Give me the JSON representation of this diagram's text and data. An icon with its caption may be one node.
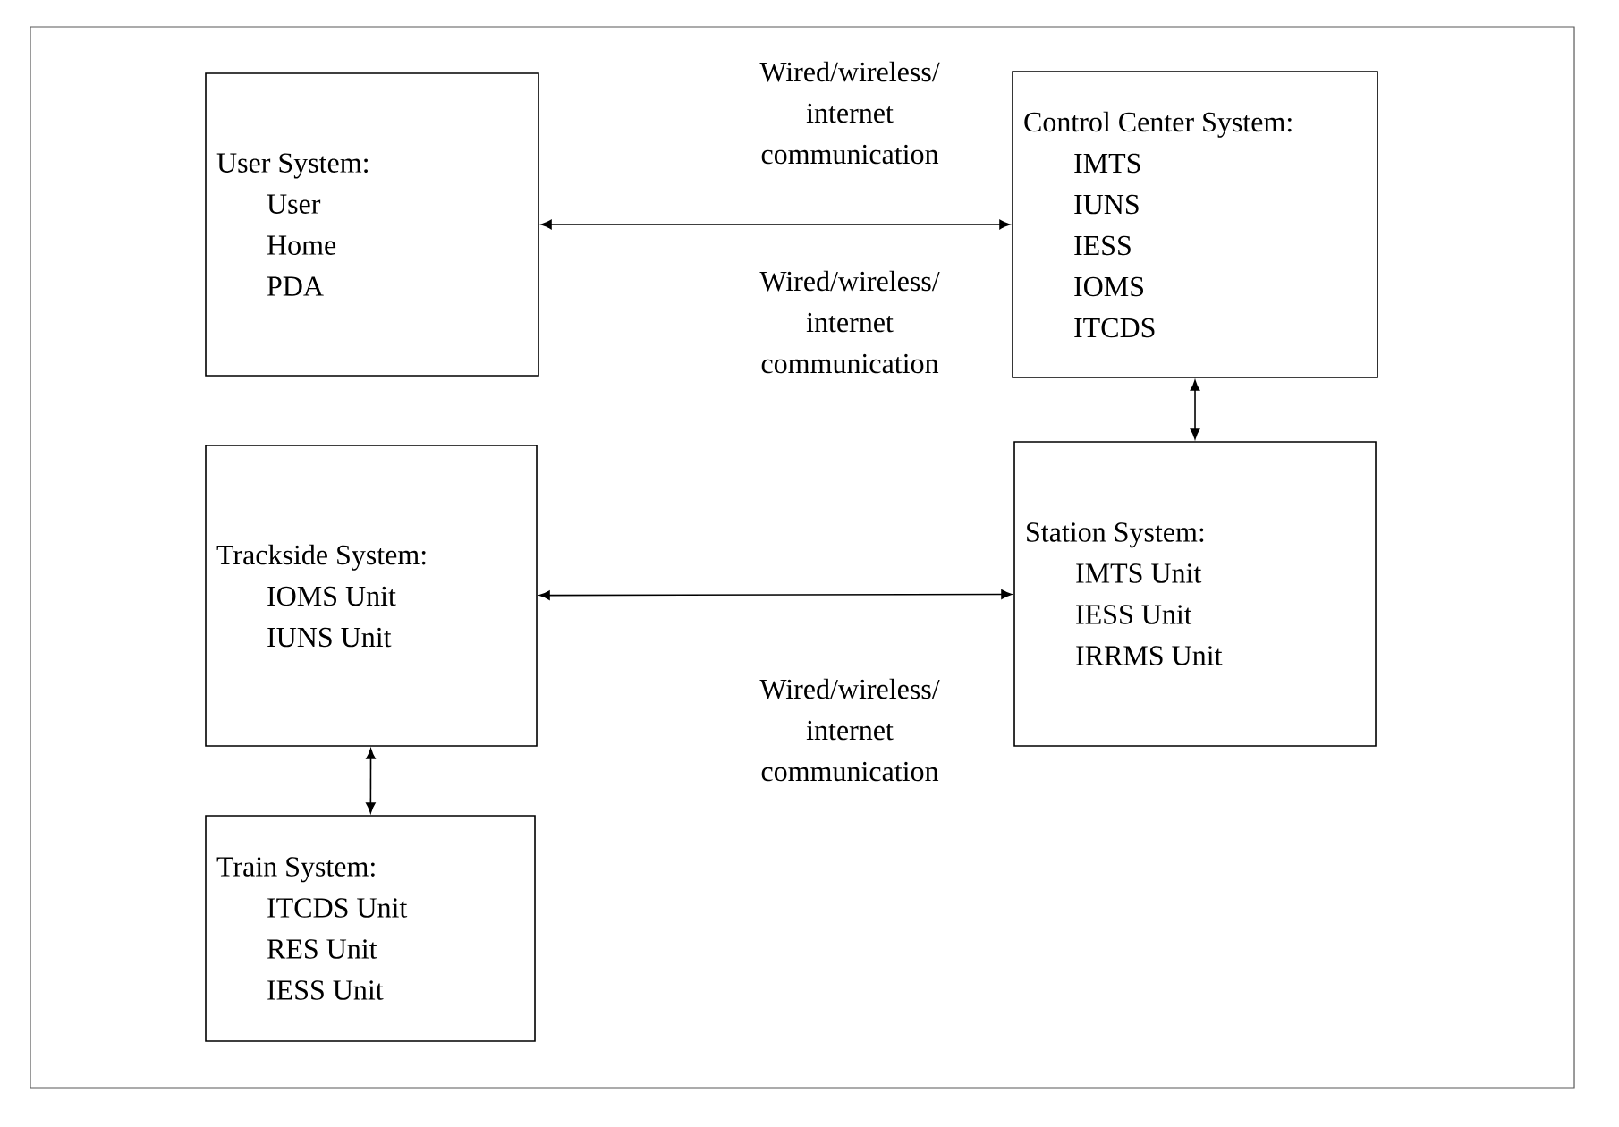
{
  "diagram": {
    "nodes": [
      {
        "text": [
          "User System:",
          "User",
          "Home",
          "PDA"
        ]
      },
      {
        "text": [
          "Control Center System:",
          "IMTS",
          "IUNS",
          "IESS",
          "IOMS",
          "ITCDS"
        ]
      },
      {
        "text": [
          "Trackside System:",
          "IOMS Unit",
          "IUNS Unit"
        ]
      },
      {
        "text": [
          "Station System:",
          "IMTS Unit",
          "IESS Unit",
          "IRRMS Unit"
        ]
      },
      {
        "text": [
          "Train System:",
          "ITCDS Unit",
          "RES Unit",
          "IESS Unit"
        ]
      }
    ],
    "edges": [
      {
        "from": 0,
        "to": 1,
        "arrow": "both"
      },
      {
        "from": 1,
        "to": 3,
        "arrow": "both"
      },
      {
        "from": 2,
        "to": 3,
        "arrow": "both"
      },
      {
        "from": 2,
        "to": 4,
        "arrow": "both"
      }
    ],
    "labels": [
      "Wired/wireless/ internet communication",
      "Wired/wireless/ internet communication",
      "Wired/wireless/ internet communication"
    ]
  }
}
